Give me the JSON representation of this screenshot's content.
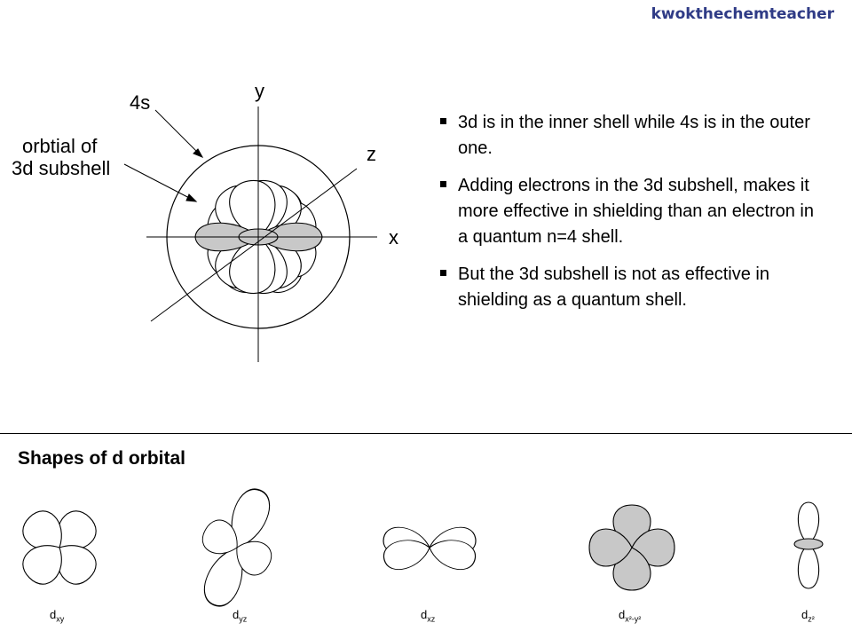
{
  "brand": "kwokthechemteacher",
  "diagram": {
    "axis_y": "y",
    "axis_z": "z",
    "axis_x": "x",
    "label_4s": "4s",
    "label_3d_line1": "orbtial of",
    "label_3d_line2": "3d subshell"
  },
  "bullets": [
    "3d is in the inner shell while 4s is in the outer one.",
    "Adding electrons in the 3d subshell, makes it more effective in shielding than an electron in a quantum n=4 shell.",
    "But the 3d subshell is not as effective in shielding as a quantum shell."
  ],
  "section_title": "Shapes of d orbital",
  "orbitals": [
    {
      "base": "d",
      "sub": "xy"
    },
    {
      "base": "d",
      "sub": "yz"
    },
    {
      "base": "d",
      "sub": "xz"
    },
    {
      "base": "d",
      "sub": "x²-y²"
    },
    {
      "base": "d",
      "sub": "z²"
    }
  ],
  "colors": {
    "brand": "#2f3b86",
    "shaded_lobe": "#c8c8c8"
  }
}
